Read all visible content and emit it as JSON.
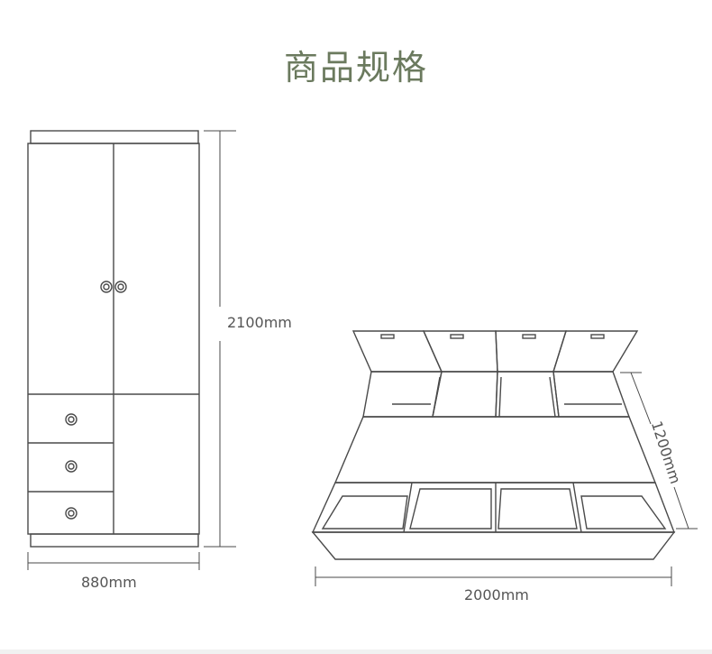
{
  "title": "商品规格",
  "wardrobe": {
    "height_label": "2100mm",
    "width_label": "880mm"
  },
  "bed": {
    "width_label": "2000mm",
    "depth_label": "1200mm"
  },
  "colors": {
    "title": "#6b7a5e",
    "line": "#4a4a4a",
    "dim_text": "#555555"
  }
}
